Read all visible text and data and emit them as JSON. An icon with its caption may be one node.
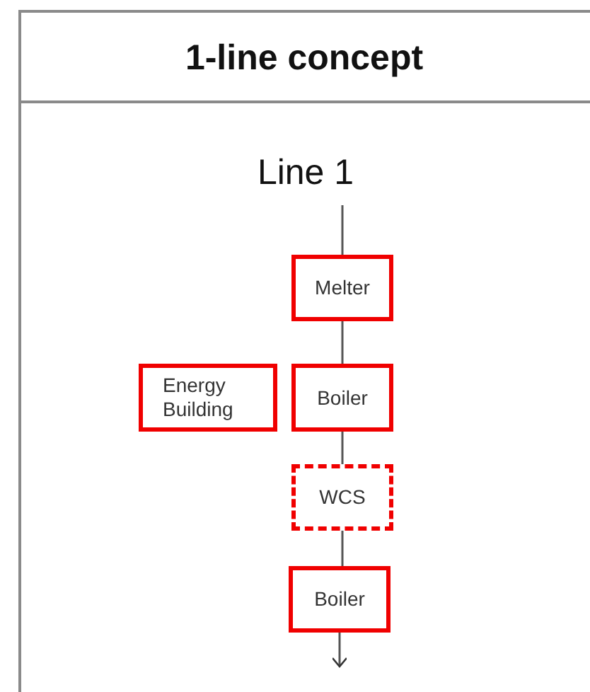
{
  "diagram": {
    "title": "1-line concept",
    "nodes": [
      {
        "text": [
          "Line 1"
        ]
      },
      {
        "text": [
          "Melter"
        ]
      },
      {
        "text": [
          "Boiler"
        ]
      },
      {
        "text": [
          "Energy Building"
        ]
      },
      {
        "text": [
          "WCS"
        ]
      },
      {
        "text": [
          "Boiler"
        ]
      }
    ],
    "edges": [
      {
        "from": 0,
        "to": 1,
        "arrow": "none"
      },
      {
        "from": 1,
        "to": 2,
        "arrow": "none"
      },
      {
        "from": 2,
        "to": 4,
        "arrow": "none"
      },
      {
        "from": 4,
        "to": 5,
        "arrow": "none"
      },
      {
        "from": 5,
        "to": null,
        "arrow": "to"
      }
    ]
  }
}
